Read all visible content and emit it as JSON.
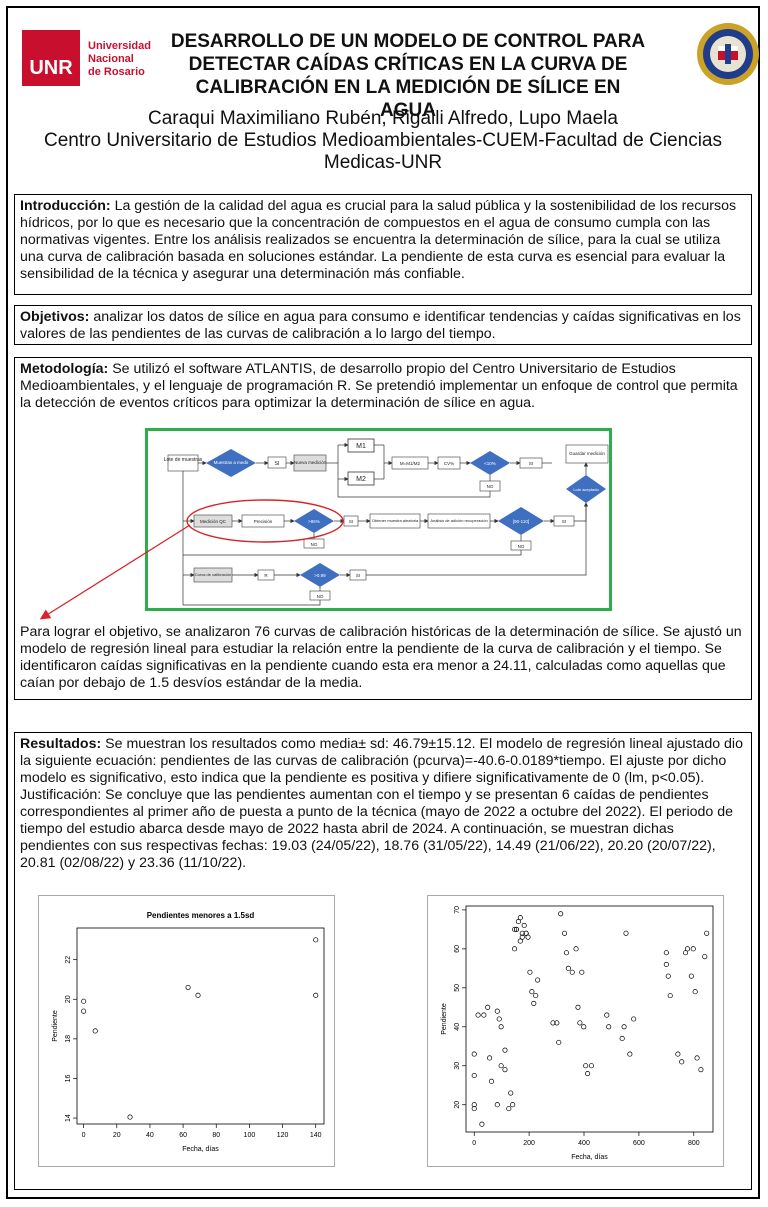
{
  "header": {
    "logo_abbr": "UNR",
    "logo_name_lines": [
      "Universidad",
      "Nacional",
      "de Rosario"
    ],
    "title_lines": [
      "DESARROLLO DE UN MODELO DE CONTROL PARA",
      "DETECTAR CAÍDAS CRÍTICAS EN LA CURVA DE",
      "CALIBRACIÓN EN LA MEDICIÓN DE SÍLICE EN AGUA"
    ]
  },
  "authors": {
    "names": "Caraqui Maximiliano Rubén, Rigalli Alfredo, Lupo Maela",
    "affiliation": "Centro Universitario de Estudios Medioambientales-CUEM-Facultad de Ciencias Medicas-UNR"
  },
  "intro": {
    "label": "Introducción:",
    "text": " La gestión de la calidad del agua es crucial para la salud pública y la sostenibilidad de los recursos hídricos, por lo que es necesario que la concentración de compuestos en el agua de consumo cumpla con las normativas vigentes. Entre los análisis realizados se encuentra la determinación de sílice, para la cual se utiliza una curva de calibración basada en soluciones estándar. La pendiente de esta curva es esencial para evaluar la sensibilidad de la técnica y asegurar una determinación más confiable."
  },
  "objetivos": {
    "label": "Objetivos:",
    "text": " analizar los datos de sílice en agua para consumo e identificar tendencias y caídas significativas en los valores de las pendientes de las curvas de calibración a lo largo del tiempo."
  },
  "metodologia": {
    "label": "Metodología:",
    "text": " Se utilizó el software ATLANTIS, de desarrollo propio del Centro Universitario de Estudios Medioambientales, y el lenguaje de programación R. Se pretendió implementar un enfoque de control que permita la detección de eventos críticos para optimizar la determinación de sílice en agua.",
    "text2": " Para lograr el objetivo, se analizaron 76 curvas de calibración históricas de la determinación de sílice. Se ajustó un modelo de regresión lineal para estudiar la relación entre la pendiente de la curva de calibración y el tiempo. Se identificaron caídas significativas en la pendiente cuando esta era menor a 24.11, calculadas como aquellas que caían por debajo de 1.5 desvíos estándar de la media."
  },
  "flowchart": {
    "lote": "Lote de muestras",
    "muestras_medir": "Muestras a medir",
    "si": "SI",
    "no": "NO",
    "nueva_medicion": "Nueva medición",
    "m1": "M1",
    "m2": "M2",
    "ratio": "M=M1/M2",
    "cv": "CV%",
    "lt10": "<10%",
    "guardar": "Guardar medición",
    "lote_aceptado": "Lote aceptado",
    "medicion_qc": "Medición QC",
    "precision": "Precisión",
    "gt95": ">95%",
    "obtener": "Obtener muestra aleatoria",
    "analisis": "Análisis de adición recuperación",
    "rango": "[90-110]",
    "curva": "Curva de calibración",
    "r": "R",
    "r_cond": ">0.99"
  },
  "resultados": {
    "label": "Resultados:",
    "text": " Se muestran los resultados como media± sd: 46.79±15.12. El modelo de regresión lineal ajustado dio la siguiente ecuación: pendientes de las curvas de calibración (pcurva)=-40.6-0.0189*tiempo. El ajuste por dicho modelo es significativo, esto indica que la pendiente es positiva y difiere significativamente de 0 (lm, p<0.05). Justificación: Se concluye que las pendientes aumentan con el tiempo y se presentan 6 caídas de pendientes correspondientes al primer año de puesta a punto de la técnica (mayo de 2022 a octubre del 2022). El periodo de tiempo del estudio abarca desde mayo de 2022 hasta abril de 2024. A continuación, se muestran dichas pendientes con sus respectivas fechas: 19.03 (24/05/22), 18.76 (31/05/22), 14.49 (21/06/22), 20.20 (20/07/22), 20.81 (02/08/22) y 23.36 (11/10/22)."
  },
  "chart_data": [
    {
      "type": "scatter",
      "title": "Pendientes menores a 1.5sd",
      "xlabel": "Fecha, días",
      "ylabel": "Pendiente",
      "xlim": [
        -4,
        145
      ],
      "ylim": [
        13.7,
        23.6
      ],
      "xticks": [
        0,
        20,
        40,
        60,
        80,
        100,
        120,
        140
      ],
      "yticks": [
        14,
        16,
        18,
        20,
        22
      ],
      "x": [
        0,
        0,
        7,
        28,
        63,
        69,
        140,
        140
      ],
      "y": [
        19.9,
        19.4,
        18.4,
        14.05,
        20.6,
        20.2,
        23.0,
        20.2
      ]
    },
    {
      "type": "scatter",
      "title": "",
      "xlabel": "Fecha, días",
      "ylabel": "Pendiente",
      "xlim": [
        -30,
        870
      ],
      "ylim": [
        13,
        71
      ],
      "xticks": [
        0,
        200,
        400,
        600,
        800
      ],
      "yticks": [
        20,
        30,
        40,
        50,
        60,
        70
      ],
      "x": [
        0,
        0,
        0,
        28,
        35,
        49,
        56,
        63,
        84,
        91,
        98,
        112,
        133,
        140,
        147,
        154,
        161,
        168,
        168,
        175,
        182,
        189,
        196,
        203,
        210,
        217,
        224,
        231,
        287,
        301,
        308,
        315,
        329,
        336,
        343,
        357,
        371,
        378,
        385,
        392,
        399,
        406,
        413,
        427,
        483,
        490,
        539,
        546,
        553,
        567,
        581,
        700,
        700,
        707,
        714,
        742,
        756,
        770,
        777,
        791,
        798,
        805,
        812,
        826,
        840,
        847,
        0,
        14,
        84,
        98,
        112,
        126,
        147,
        154,
        175,
        189
      ],
      "y": [
        20,
        27.5,
        33,
        15,
        43,
        45,
        32,
        26,
        44,
        42,
        30,
        34,
        23,
        20,
        60,
        65,
        67,
        68,
        62,
        63,
        66,
        64,
        63,
        54,
        49,
        46,
        48,
        52,
        41,
        41,
        36,
        69,
        64,
        59,
        55,
        54,
        60,
        45,
        41,
        54,
        40,
        30,
        28,
        30,
        43,
        40,
        37,
        40,
        64,
        33,
        42,
        59,
        56,
        53,
        48,
        33,
        31,
        59,
        60,
        53,
        60,
        49,
        32,
        29,
        58,
        64,
        19,
        43,
        20,
        40,
        29,
        19,
        65,
        65,
        64,
        64
      ]
    }
  ]
}
